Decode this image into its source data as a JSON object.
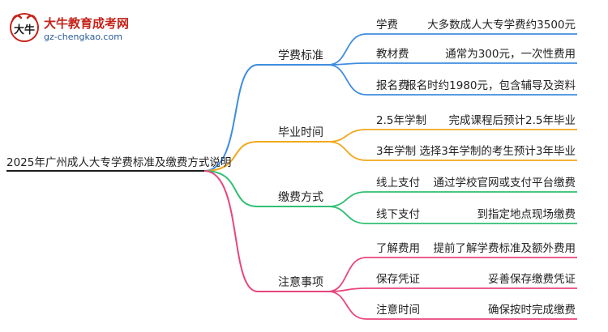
{
  "logo": {
    "name": "大牛教育成考网",
    "url": "gz-chengkao.com",
    "mark_text": "大牛"
  },
  "colors": {
    "branch_1": "#3f8de0",
    "branch_2": "#f2a71b",
    "branch_3": "#2fbf71",
    "branch_4": "#e8467c",
    "root_line": "#1a1a1a"
  },
  "mindmap": {
    "root": "2025年广州成人大专学费标准及缴费方式说明",
    "branches": [
      {
        "label": "学费标准",
        "children": [
          {
            "label": "学费",
            "detail": "大多数成人大专学费约3500元"
          },
          {
            "label": "教材费",
            "detail": "通常为300元，一次性费用"
          },
          {
            "label": "报名费",
            "detail": "报名时约1980元，包含辅导及资料"
          }
        ]
      },
      {
        "label": "毕业时间",
        "children": [
          {
            "label": "2.5年学制",
            "detail": "完成课程后预计2.5年毕业"
          },
          {
            "label": "3年学制",
            "detail": "选择3年学制的考生预计3年毕业"
          }
        ]
      },
      {
        "label": "缴费方式",
        "children": [
          {
            "label": "线上支付",
            "detail": "通过学校官网或支付平台缴费"
          },
          {
            "label": "线下支付",
            "detail": "到指定地点现场缴费"
          }
        ]
      },
      {
        "label": "注意事项",
        "children": [
          {
            "label": "了解费用",
            "detail": "提前了解学费标准及额外费用"
          },
          {
            "label": "保存凭证",
            "detail": "妥善保存缴费凭证"
          },
          {
            "label": "注意时间",
            "detail": "确保按时完成缴费"
          }
        ]
      }
    ]
  }
}
